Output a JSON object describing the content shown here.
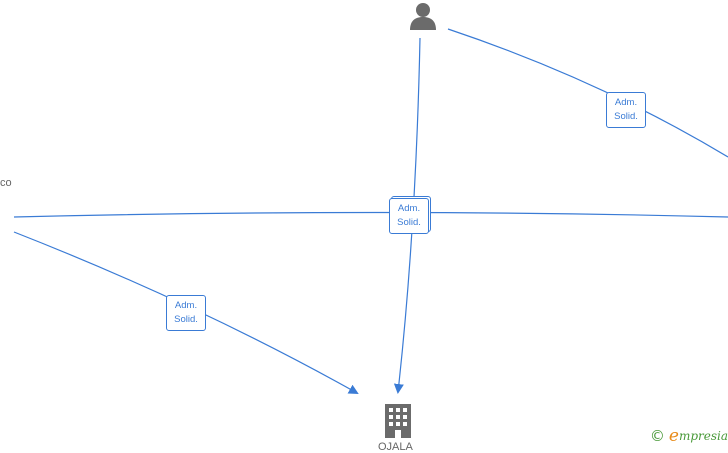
{
  "nodes": {
    "left_person_fragment": "co",
    "bottom_company_fragment": "OJALA"
  },
  "relations": {
    "top_right": {
      "line1": "Adm.",
      "line2": "Solid."
    },
    "center": {
      "line1": "Adm.",
      "line2": "Solid."
    },
    "bottom_left": {
      "line1": "Adm.",
      "line2": "Solid."
    }
  },
  "footer": {
    "copyright": "©",
    "brand_initial": "e",
    "brand_rest": "mpresia"
  },
  "colors": {
    "edge": "#3a7bd5",
    "icon": "#6b6b6b",
    "brand_green": "#4a9a3a",
    "brand_orange": "#e88b1a"
  },
  "icons": {
    "top": "person-icon",
    "bottom": "building-icon"
  }
}
